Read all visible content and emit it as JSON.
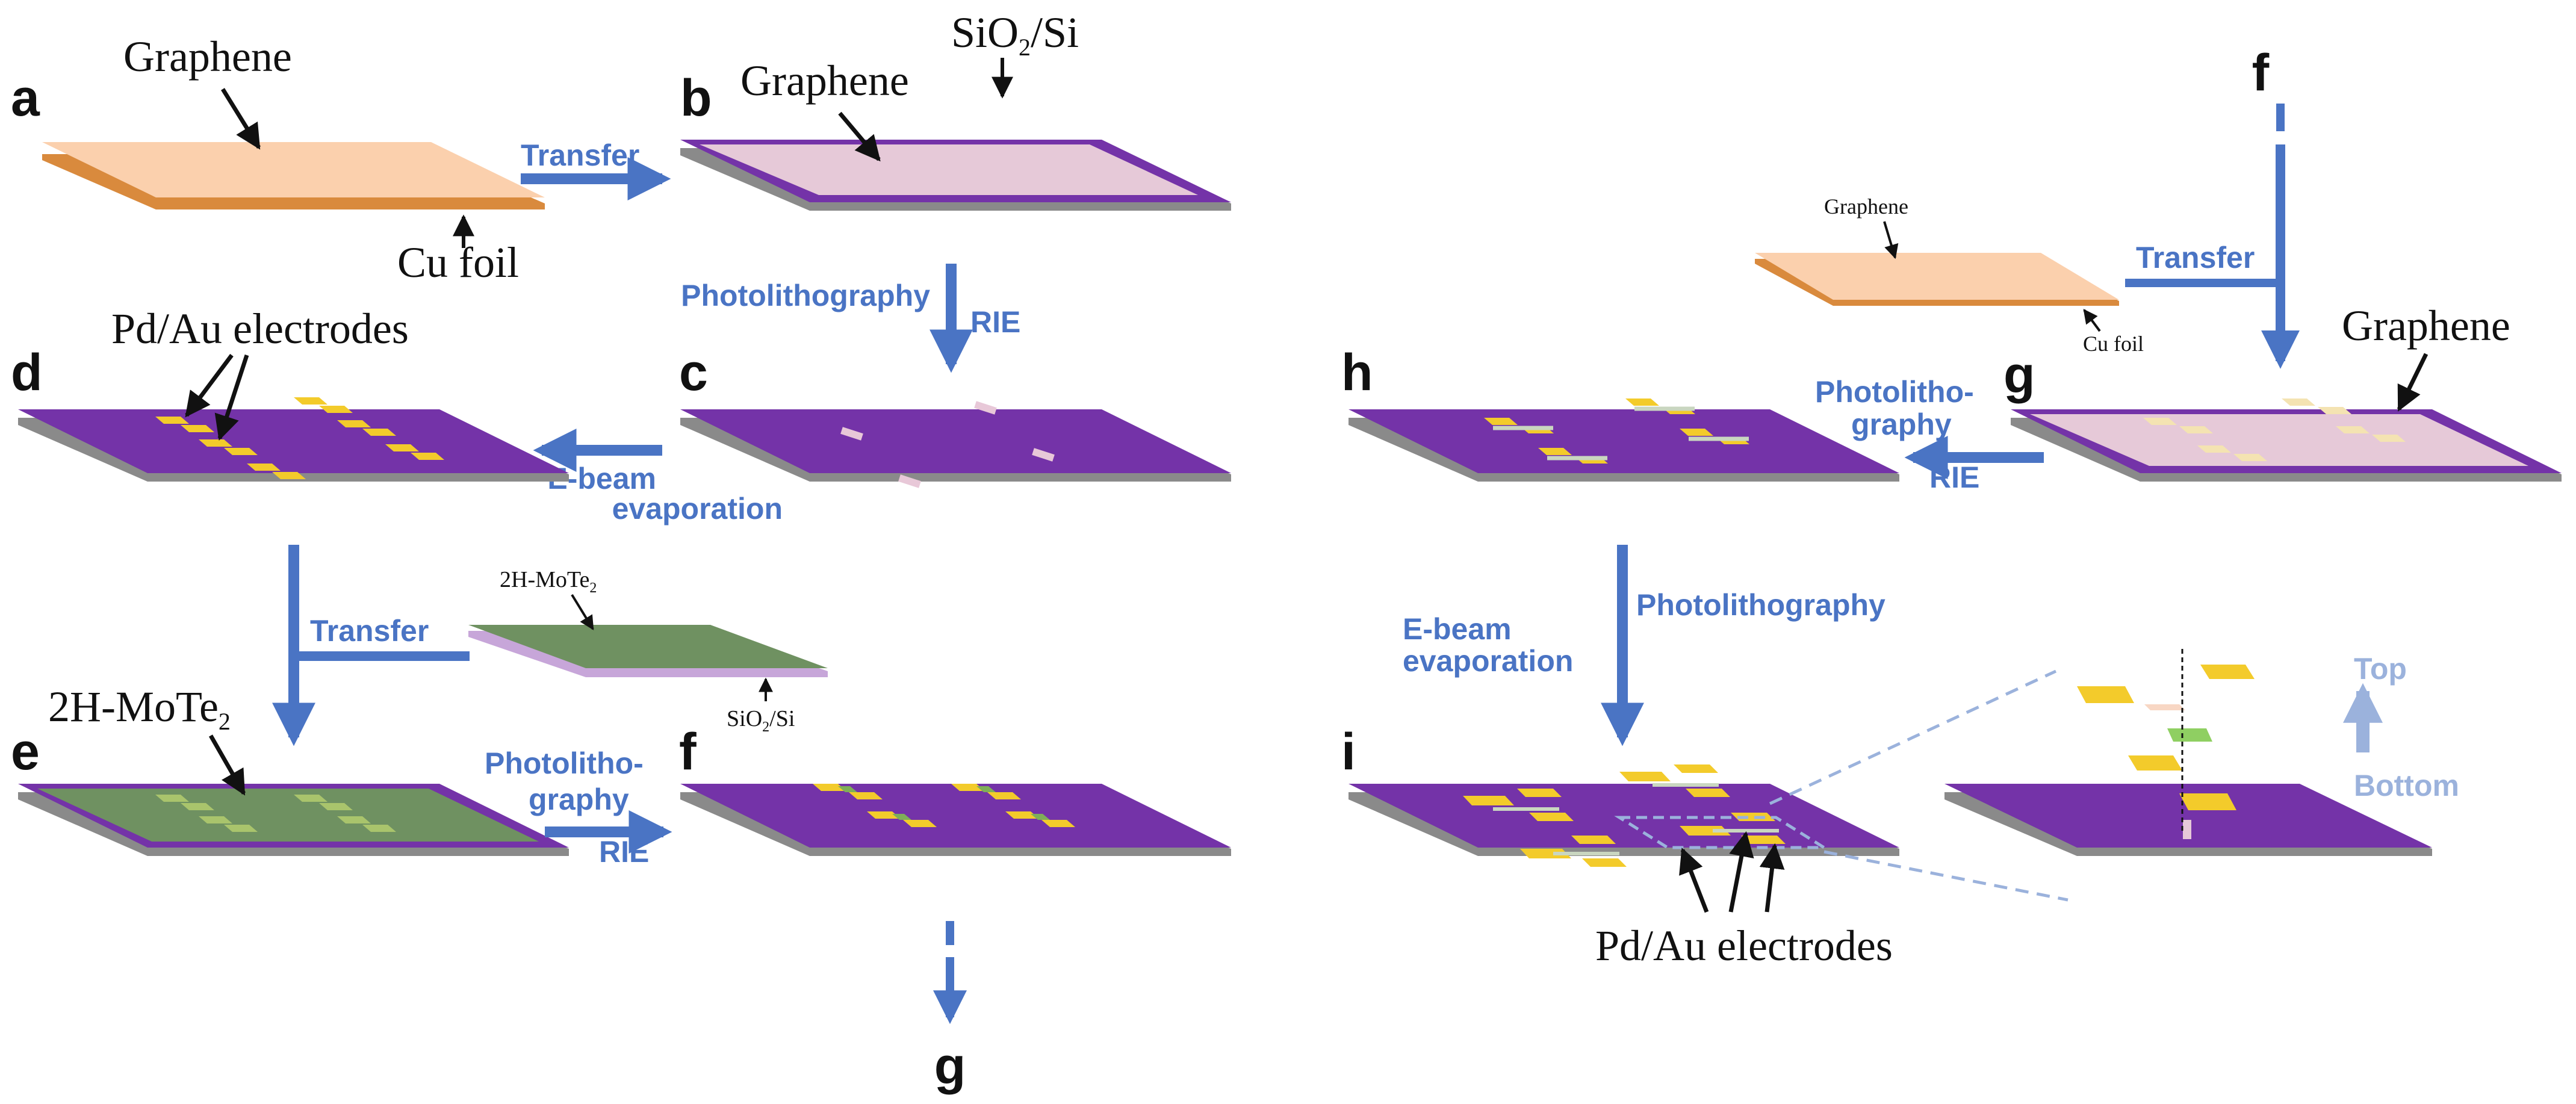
{
  "colors": {
    "process_arrow": "#4a74c4",
    "zoom_arrow": "#9bb2dc",
    "substrate_purple": "#7433a8",
    "substrate_side": "#8a8a8a",
    "graphene_on_cu": "#fbd0ad",
    "cu_edge": "#d98a3d",
    "graphene_on_sio2": "#e6c9d8",
    "mote2_film": "#6f9161",
    "electrode_gold": "#f3cb2b",
    "channel_green": "#8fcf62"
  },
  "panels": {
    "a": {
      "letter": "a",
      "graphene_label": "Graphene",
      "cu_label": "Cu foil"
    },
    "b": {
      "letter": "b",
      "graphene_label": "Graphene",
      "substrate_label_main": "SiO",
      "substrate_label_sub": "2",
      "substrate_label_tail": "/Si"
    },
    "c": {
      "letter": "c"
    },
    "d": {
      "letter": "d",
      "electrodes_label": "Pd/Au electrodes"
    },
    "e": {
      "letter": "e",
      "film_label_main": "2H-MoTe",
      "film_label_sub": "2",
      "inset_film_label_main": "2H-MoTe",
      "inset_film_label_sub": "2",
      "inset_substrate_label_main": "SiO",
      "inset_substrate_label_sub": "2",
      "inset_substrate_label_tail": "/Si"
    },
    "f": {
      "letter": "f",
      "continue_letter": "g"
    },
    "f_right": {
      "letter": "f"
    },
    "g": {
      "letter": "g",
      "graphene_label": "Graphene",
      "inset_graphene_label": "Graphene",
      "inset_cu_label": "Cu foil"
    },
    "h": {
      "letter": "h"
    },
    "i": {
      "letter": "i",
      "electrodes_label": "Pd/Au electrodes",
      "top_label": "Top",
      "bottom_label": "Bottom"
    }
  },
  "steps": {
    "a_to_b": "Transfer",
    "b_to_c_left": "Photolithography",
    "b_to_c_right": "RIE",
    "c_to_d_top": "E-beam",
    "c_to_d_bottom": "evaporation",
    "d_to_e": "Transfer",
    "e_to_f_1": "Photolitho-",
    "e_to_f_2": "graphy",
    "e_to_f_3": "RIE",
    "inset_to_g": "Transfer",
    "g_to_h_1": "Photolitho-",
    "g_to_h_2": "graphy",
    "g_to_h_3": "RIE",
    "h_to_i_left_1": "E-beam",
    "h_to_i_left_2": "evaporation",
    "h_to_i_right": "Photolithography"
  }
}
